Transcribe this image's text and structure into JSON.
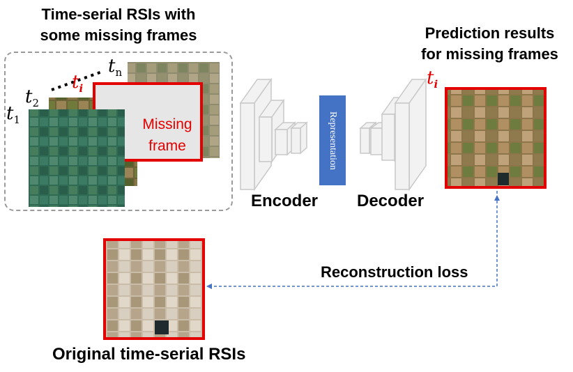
{
  "left_group": {
    "title_line1": "Time-serial RSIs with",
    "title_line2": "some missing frames",
    "t1": "t",
    "t1_sub": "1",
    "t2": "t",
    "t2_sub": "2",
    "ti": "t",
    "ti_sub": "i",
    "tn": "t",
    "tn_sub": "n",
    "missing_line1": "Missing",
    "missing_line2": "frame"
  },
  "model": {
    "encoder_label": "Encoder",
    "representation_label": "Representation",
    "decoder_label": "Decoder"
  },
  "right_group": {
    "title_line1": "Prediction results",
    "title_line2": "for missing frames",
    "ti": "t",
    "ti_sub": "i"
  },
  "loss_label": "Reconstruction loss",
  "original_label": "Original time-serial RSIs",
  "colors": {
    "highlight_red": "#e30000",
    "representation_blue": "#4472c4",
    "arrow_blue": "#4472c4",
    "dashed_border": "#9a9a9a"
  }
}
